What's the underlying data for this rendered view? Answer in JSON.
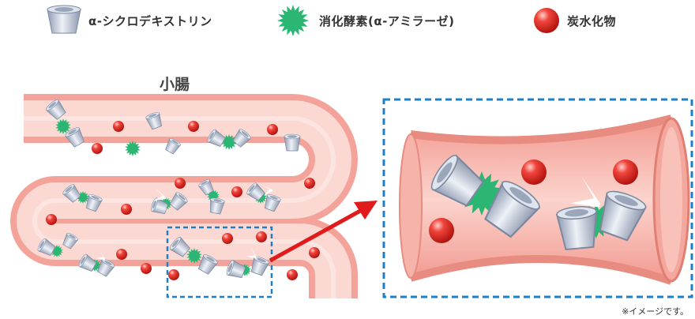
{
  "legend": [
    {
      "icon": "cyclodextrin-icon",
      "label": "α-シクロデキストリン"
    },
    {
      "icon": "enzyme-icon",
      "label": "消化酵素(α-アミラーゼ)"
    },
    {
      "icon": "carbohydrate-icon",
      "label": "炭水化物"
    }
  ],
  "title": "小腸",
  "note": "※イメージです。",
  "colors": {
    "intestine_wall": "#f3a39a",
    "intestine_inner": "#fbd8d2",
    "enzyme": "#2bb673",
    "carbohydrate": "#e8312a",
    "cyclodextrin": "#b8c3d6",
    "zoom_box": "#1f7fc6",
    "arrow": "#e11b1b"
  }
}
